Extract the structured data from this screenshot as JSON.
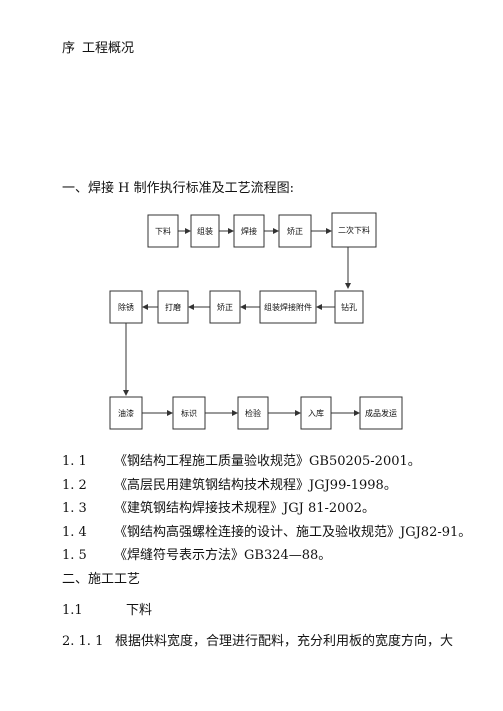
{
  "preface": {
    "label": "序",
    "title": "工程概况"
  },
  "section1": {
    "heading": "一、焊接 H 制作执行标准及工艺流程图:",
    "flowchart": {
      "steps": [
        "下料",
        "组装",
        "焊接",
        "矫正",
        "二次下料",
        "钻孔",
        "组装焊接附件",
        "矫正",
        "打磨",
        "除锈",
        "油漆",
        "标识",
        "检验",
        "入库",
        "成品发运"
      ]
    },
    "standards": [
      {
        "num": "1. 1",
        "text": "《钢结构工程施工质量验收规范》GB50205-2001。"
      },
      {
        "num": "1.  2",
        "text": "《高层民用建筑钢结构技术规程》JGJ99-1998。"
      },
      {
        "num": "1.  3",
        "text": "《建筑钢结构焊接技术规程》JGJ 81-2002。"
      },
      {
        "num": "1.  4",
        "text": "《钢结构高强螺栓连接的设计、施工及验收规范》JGJ82-91。"
      },
      {
        "num": "1.  5",
        "text": "《焊缝符号表示方法》GB324—88。"
      }
    ]
  },
  "section2": {
    "heading": "二、施工工艺",
    "sub_num": "1.1",
    "sub_title": "下料",
    "para_num": "2.  1. 1",
    "para_text": "根据供料宽度，合理进行配料，充分利用板的宽度方向，大"
  }
}
